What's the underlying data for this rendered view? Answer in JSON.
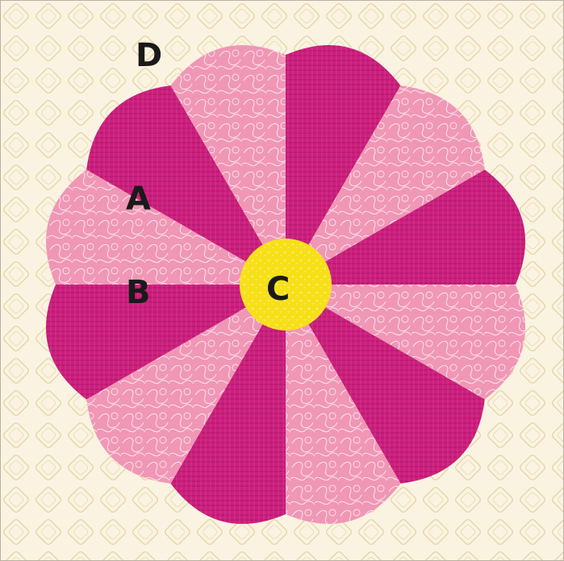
{
  "labels": {
    "a": "A",
    "b": "B",
    "c": "C",
    "d": "D"
  },
  "colors": {
    "background": "#fbf3e2",
    "background_pattern": "#e6d6a8",
    "border": "#b9b1a2",
    "petal_dark": "#cc1f7f",
    "petal_dark_texture": "#a8125f",
    "petal_light": "#f097b6",
    "petal_light_texture": "#fde6ee",
    "center": "#f7e019",
    "center_texture": "#fbf2a0",
    "label_text": "#1a1a1a"
  },
  "block": {
    "petal_count": 12,
    "petal_pattern": [
      "light",
      "dark",
      "light",
      "dark",
      "light",
      "dark",
      "light",
      "dark",
      "light",
      "dark",
      "light",
      "dark"
    ]
  }
}
